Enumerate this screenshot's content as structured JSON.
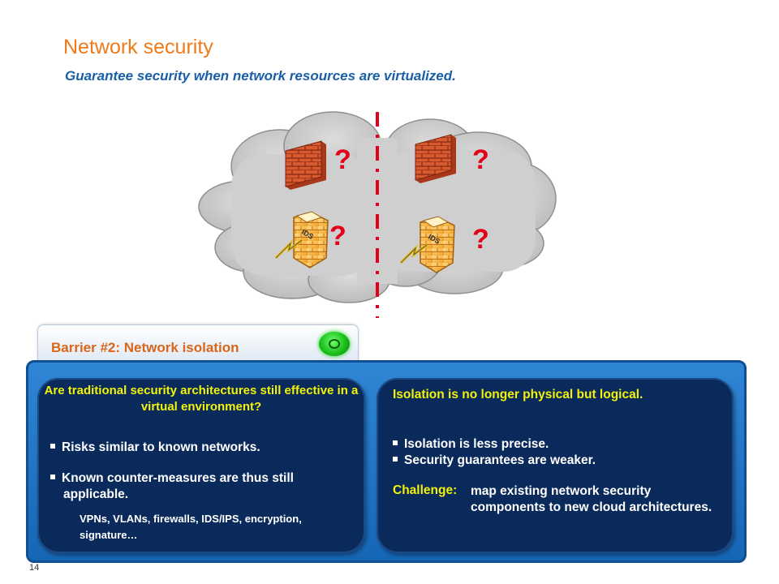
{
  "slide": {
    "title": "Network security",
    "subtitle": "Guarantee security when network resources are virtualized.",
    "page_number": "14"
  },
  "diagram": {
    "question_marks": [
      "?",
      "?",
      "?",
      "?"
    ],
    "ids_label": "IDS",
    "colors": {
      "cloud": "#c8c8c8",
      "divider": "#e2001a",
      "question": "#e2001a",
      "firewall": "#d85a30"
    }
  },
  "barrier": {
    "label": "Barrier #2: Network isolation",
    "status_color": "#1bbf1b"
  },
  "left_panel": {
    "question": "Are traditional security architectures still effective in a virtual environment?",
    "bullets": [
      "Risks similar to known networks.",
      "Known counter-measures are thus still applicable."
    ],
    "examples": "VPNs, VLANs, firewalls, IDS/IPS, encryption, signature…"
  },
  "right_panel": {
    "heading": "Isolation is no longer physical but logical.",
    "bullets": [
      "Isolation is less precise.",
      "Security guarantees are weaker."
    ],
    "challenge_label": "Challenge:",
    "challenge_text": "map existing network security components to new cloud architectures."
  },
  "colors": {
    "title": "#f07a1a",
    "subtitle": "#1a5fa8",
    "panel_blue": "#1666b6",
    "panel_navy": "#0a2a5c",
    "highlight_yellow": "#f2f20a"
  }
}
